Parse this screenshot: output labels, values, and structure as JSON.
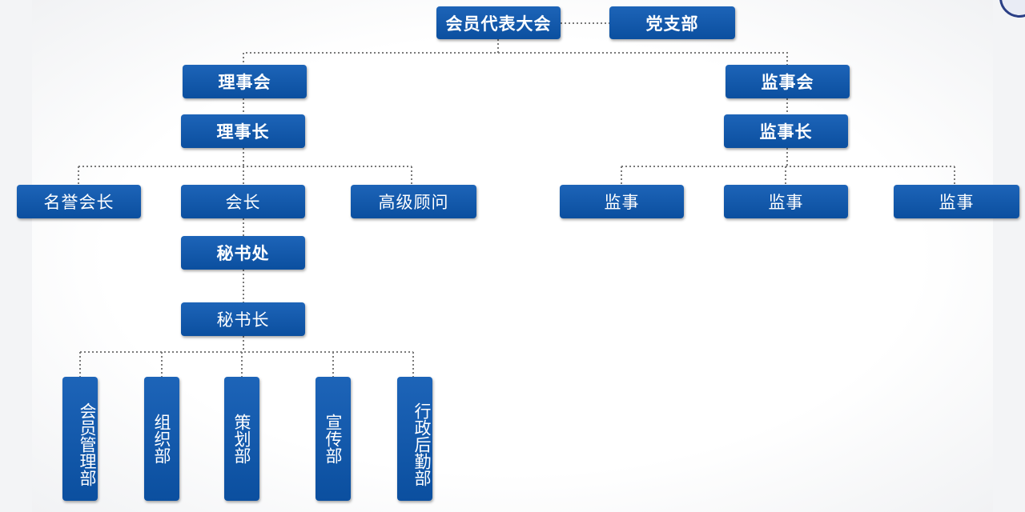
{
  "org": {
    "top": {
      "assembly": "会员代表大会",
      "party": "党支部"
    },
    "left": {
      "board": "理事会",
      "chairman": "理事长",
      "honorary_president": "名誉会长",
      "president": "会长",
      "senior_advisor": "高级顾问",
      "secretariat": "秘书处",
      "secretary_general": "秘书长"
    },
    "right": {
      "supervisory_board": "监事会",
      "chief_supervisor": "监事长",
      "supervisors": [
        "监事",
        "监事",
        "监事"
      ]
    },
    "departments": [
      "会员管理部",
      "组织部",
      "策划部",
      "宣传部",
      "行政后勤部"
    ]
  }
}
